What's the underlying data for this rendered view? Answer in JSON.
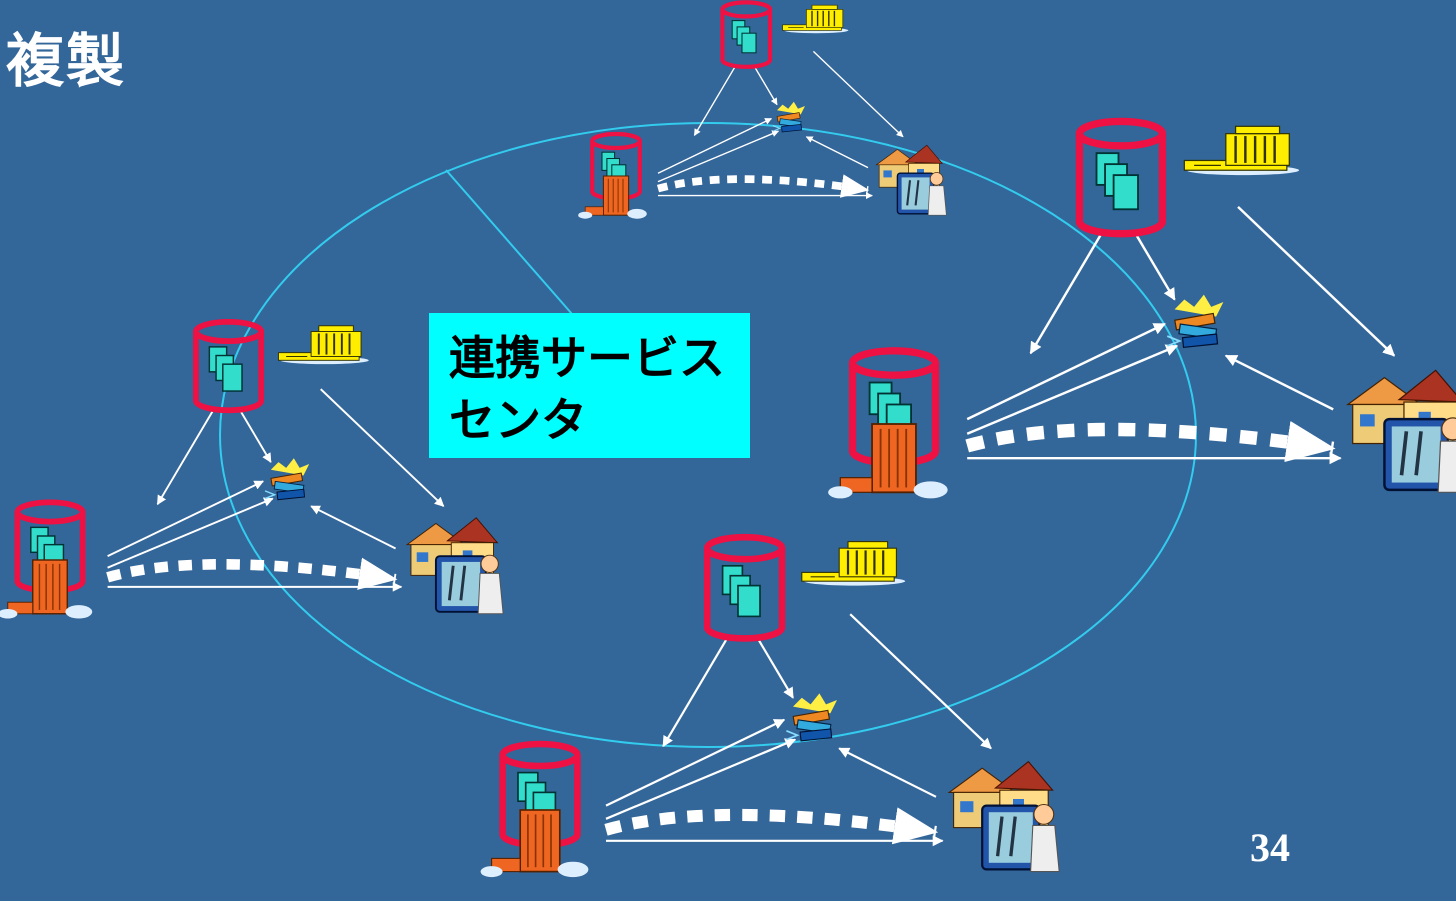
{
  "slide": {
    "title": "複製",
    "center_label": "連携サービス\nセンタ",
    "page_number": "34"
  },
  "colors": {
    "background": "#336699",
    "ring": "#33ccee",
    "center_box": "#00ffff",
    "database_outline": "#ee1144",
    "tower": "#ee6622",
    "library": "#ffee00",
    "arrow": "#ffffff"
  },
  "icons": [
    "database-icon",
    "office-tower-icon",
    "library-building-icon",
    "book-stack-icon",
    "house-icon",
    "user-at-screen-icon"
  ]
}
